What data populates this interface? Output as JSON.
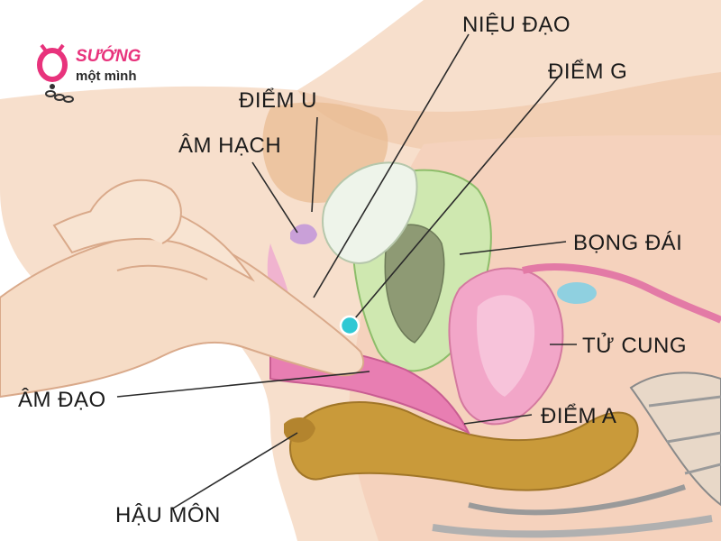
{
  "logo": {
    "line1": "SƯỚNG",
    "line2": "một mình"
  },
  "labels": {
    "nieu_dao": "NIỆU ĐẠO",
    "diem_g": "ĐIỂM G",
    "diem_u": "ĐIỂM U",
    "am_hach": "ÂM HẠCH",
    "bong_dai": "BỌNG ĐÁI",
    "tu_cung": "TỬ CUNG",
    "am_dao": "ÂM ĐẠO",
    "diem_a": "ĐIỂM A",
    "hau_mon": "HẬU MÔN"
  },
  "colors": {
    "skin": "#f6dcc6",
    "skin_shadow": "#e9c2a4",
    "pink": "#f2a6c8",
    "green": "#cfe8b0",
    "gspot": "#2fc8d4",
    "brown": "#c99a3a",
    "brand": "#e8337c"
  }
}
